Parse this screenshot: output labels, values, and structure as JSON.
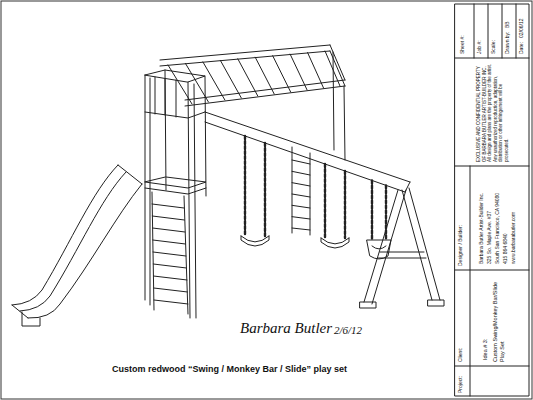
{
  "diagram": {
    "caption": "Custom redwood “Swing / Monkey Bar / Slide” play set",
    "labels": [
      "Date:",
      "02/06/12",
      "Drawn by:",
      "BB",
      "Scale:",
      "Job #:",
      "Sheet #:",
      "EXCLUSIVE AND CONFIDENTIAL PROPERTY OF BARBARA BUTLER ARTIST-BUILDER INC. All design and plans are the property of the artist. Any unauthorized reproduction, adaptation, distribution or other infringement will be prosecuted.",
      "Designer / Builder:",
      "Barbara Butler Artist-Builder Inc.",
      "325 So. Maple Ave. #37",
      "South San Francisco, CA 94080",
      "415 864 6840",
      "www.barbarabutler.com",
      "Client:",
      "Idea # 3:",
      "Custom Swing/Monkey Bar/Slide Play Set",
      "Project:",
      "Barbara Butler",
      "2/6/12"
    ]
  }
}
